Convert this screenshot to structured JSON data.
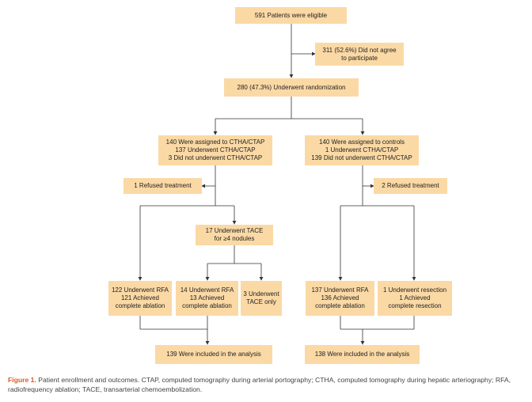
{
  "boxes": {
    "eligible": "591 Patients were eligible",
    "declined": [
      "311 (52.6%) Did not agree",
      "to participate"
    ],
    "randomized": "280 (47.3%) Underwent randomization",
    "ctha_arm": [
      "140 Were assigned to CTHA/CTAP",
      "137 Underwent CTHA/CTAP",
      "3 Did not underwent CTHA/CTAP"
    ],
    "control_arm": [
      "140 Were assigned to controls",
      "1 Underwent CTHA/CTAP",
      "139 Did not underwent CTHA/CTAP"
    ],
    "refused_left": "1 Refused treatment",
    "refused_right": "2 Refused treatment",
    "tace": [
      "17 Underwent TACE",
      "for ≥4 nodules"
    ],
    "rfa_left": [
      "122 Underwent RFA",
      "121 Achieved",
      "complete ablation"
    ],
    "rfa_mid": [
      "14 Underwent RFA",
      "13 Achieved",
      "complete ablation"
    ],
    "tace_only": [
      "3 Underwent",
      "TACE only"
    ],
    "rfa_right": [
      "137 Underwent RFA",
      "136 Achieved",
      "complete ablation"
    ],
    "resection": [
      "1 Underwent resection",
      "1 Achieved",
      "complete resection"
    ],
    "analysis_left": "139 Were included in the analysis",
    "analysis_right": "138 Were included in the analysis"
  },
  "caption": {
    "label": "Figure 1.",
    "text": " Patient enrollment and outcomes. CTAP, computed tomography during arterial portography; CTHA, computed tomography during hepatic arteriography; RFA, radiofrequency ablation; TACE, transarterial chemoembolization."
  },
  "colors": {
    "box_fill": "#fbd9a5",
    "line": "#333333",
    "caption_label": "#d65b2a"
  }
}
